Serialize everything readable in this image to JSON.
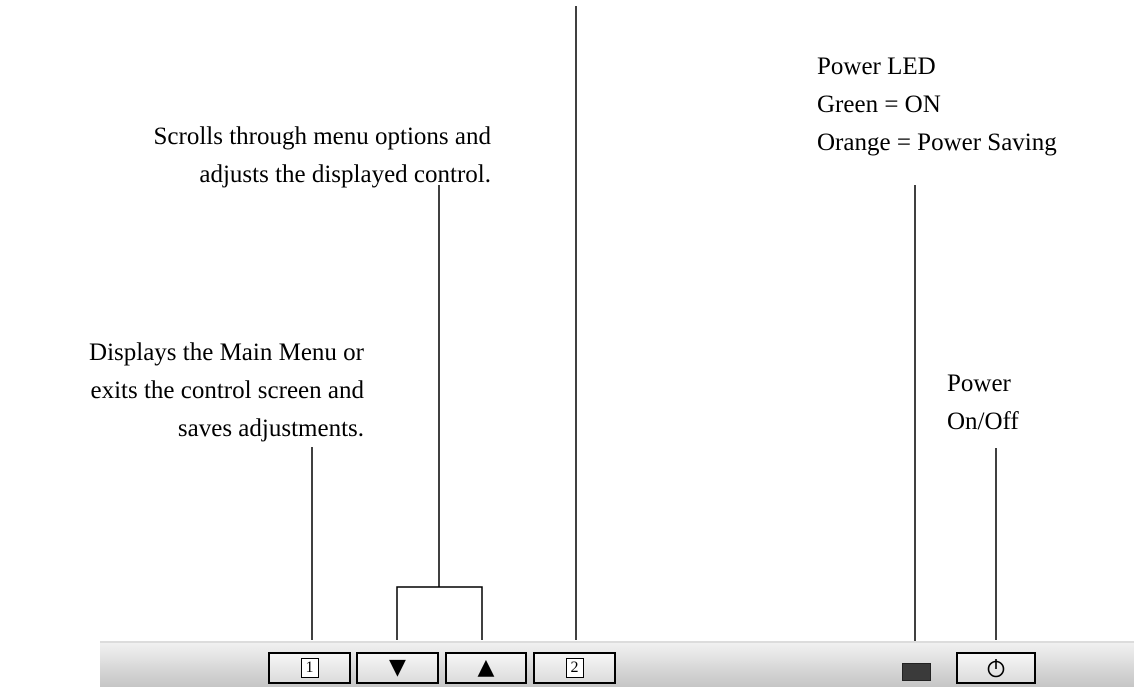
{
  "labels": {
    "scroll": {
      "line1": "Scrolls through menu options and",
      "line2": "adjusts the displayed control."
    },
    "led": {
      "line1": "Power LED",
      "line2": "Green = ON",
      "line3": "Orange = Power Saving"
    },
    "menu": {
      "line1": "Displays the Main Menu or",
      "line2": "exits the control screen and",
      "line3": "saves adjustments."
    },
    "power": {
      "line1": "Power",
      "line2": "On/Off"
    }
  },
  "buttons": {
    "key1": "1",
    "down": "▼",
    "up": "▲",
    "key2": "2",
    "power": "⏻"
  },
  "colors": {
    "line": "#000000",
    "bezel": "#dcdcdc",
    "led": "#3a3a3a"
  }
}
